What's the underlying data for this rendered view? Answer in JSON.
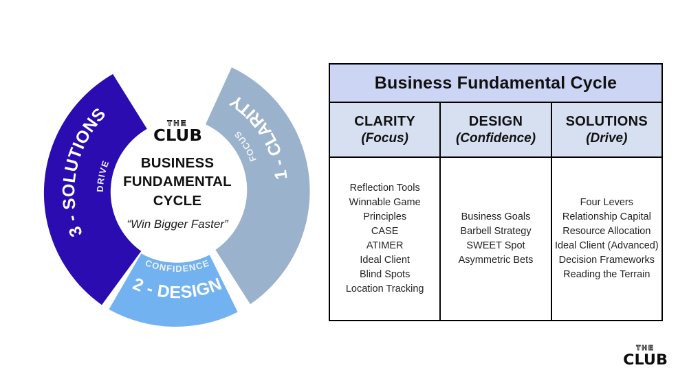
{
  "diagram": {
    "name": "business-fundamental-cycle-donut",
    "center": {
      "logo_the": "THE",
      "logo_club": "CLUB",
      "title_line1": "BUSINESS",
      "title_line2": "FUNDAMENTAL",
      "title_line3": "CYCLE",
      "tagline": "“Win Bigger Faster”"
    },
    "segments": [
      {
        "id": "clarity",
        "main": "1 - CLARITY",
        "sub": "FOCUS",
        "color": "#9bb2cc",
        "start_angle": -62,
        "end_angle": 58
      },
      {
        "id": "design",
        "main": "2 - DESIGN",
        "sub": "CONFIDENCE",
        "color": "#72b2f0",
        "start_angle": 64,
        "end_angle": 176
      },
      {
        "id": "solutions",
        "main": "3 - SOLUTIONS",
        "sub": "DRIVE",
        "color": "#2a0cb0",
        "start_angle": 182,
        "end_angle": 298
      }
    ]
  },
  "table": {
    "title": "Business Fundamental Cycle",
    "title_bg": "#ccd5f4",
    "header_bg": "#d6e0f0",
    "border_color": "#000000",
    "columns": [
      {
        "name": "CLARITY",
        "subtitle": "(Focus)",
        "items": [
          "Reflection Tools",
          "Winnable Game",
          "Principles",
          "CASE",
          "ATIMER",
          "Ideal Client",
          "Blind Spots",
          "Location Tracking"
        ]
      },
      {
        "name": "DESIGN",
        "subtitle": "(Confidence)",
        "items": [
          "Business Goals",
          "Barbell Strategy",
          "SWEET Spot",
          "Asymmetric Bets"
        ]
      },
      {
        "name": "SOLUTIONS",
        "subtitle": "(Drive)",
        "items": [
          "Four Levers",
          "Relationship Capital",
          "Resource Allocation",
          "Ideal Client (Advanced)",
          "Decision Frameworks",
          "Reading the Terrain"
        ]
      }
    ]
  },
  "corner_logo": {
    "the": "THE",
    "club": "CLUB"
  }
}
